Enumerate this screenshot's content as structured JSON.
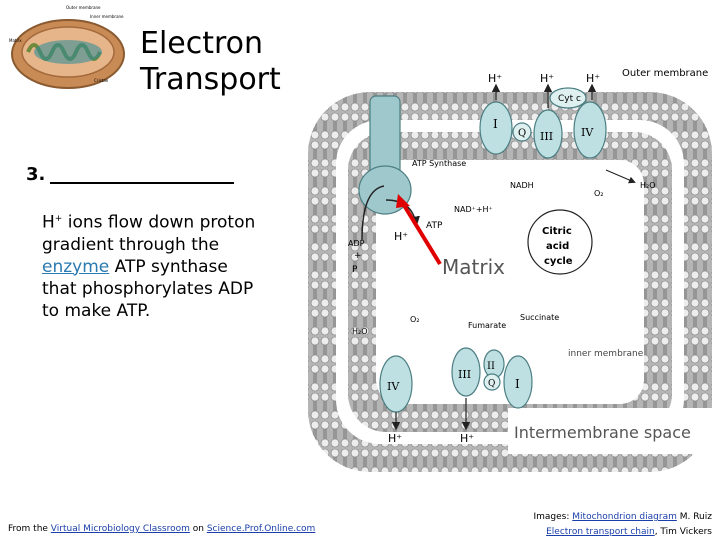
{
  "title_line1": "Electron",
  "title_line2": "Transport",
  "step_number": "3.",
  "body": {
    "h_plus": "H",
    "sup_plus": "+",
    "text1": " ions flow down proton gradient through the ",
    "link_enzyme": "enzyme",
    "text2": " ATP synthase that phosphorylates ADP to make ATP."
  },
  "footer_left": {
    "prefix": "From the ",
    "link1": "Virtual Microbiology Classroom",
    "mid": " on ",
    "link2": "Science.Prof.Online.com"
  },
  "footer_right": {
    "prefix": "Images: ",
    "link1": "Mitochondrion diagram",
    "mid1": " M. Ruiz",
    "link2": "Electron transport chain",
    "suffix": ", Tim Vickers"
  },
  "mito_labels": [
    "Outer membrane",
    "Inner membrane",
    "Matrix",
    "Cristae"
  ],
  "diagram": {
    "outer_membrane": "Outer membrane",
    "inner_membrane": "inner membrane",
    "intermembrane": "Intermembrane space",
    "matrix": "Matrix",
    "cyt_c": "Cyt c",
    "atp_synthase": "ATP Synthase",
    "nadh": "NADH",
    "nad": "NAD⁺+H⁺",
    "atp": "ATP",
    "adp": "ADP",
    "plus": "+",
    "pi": "P",
    "o2": "O₂",
    "h2o": "H₂O",
    "citric1": "Citric",
    "citric2": "acid",
    "citric3": "cycle",
    "fumarate": "Fumarate",
    "succinate": "Succinate",
    "h_plus": "H⁺",
    "q": "Q",
    "c1": "I",
    "c2": "II",
    "c3": "III",
    "c4": "IV"
  }
}
